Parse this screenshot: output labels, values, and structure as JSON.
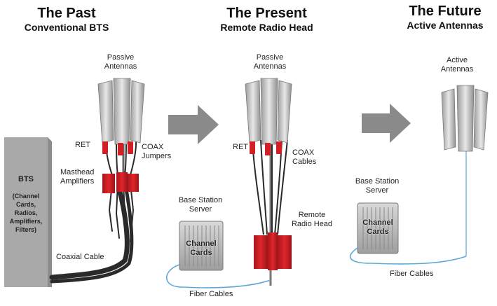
{
  "past": {
    "title": "The Past",
    "subtitle": "Conventional BTS",
    "labels": {
      "passive_antennas": "Passive\nAntennas",
      "ret": "RET",
      "coax_jumpers": "COAX\nJumpers",
      "masthead_amplifiers": "Masthead\nAmplifiers",
      "bts": "BTS",
      "bts_contents": "(Channel\nCards,\nRadios,\nAmplifiers,\nFilters)",
      "coaxial_cable": "Coaxial Cable"
    }
  },
  "present": {
    "title": "The Present",
    "subtitle": "Remote Radio Head",
    "labels": {
      "passive_antennas": "Passive\nAntennas",
      "ret": "RET",
      "coax_cables": "COAX\nCables",
      "base_station_server": "Base Station\nServer",
      "channel_cards": "Channel\nCards",
      "remote_radio_head": "Remote\nRadio Head",
      "fiber_cables": "Fiber Cables"
    }
  },
  "future": {
    "title": "The Future",
    "subtitle": "Active Antennas",
    "labels": {
      "active_antennas": "Active\nAntennas",
      "base_station_server": "Base Station\nServer",
      "channel_cards": "Channel\nCards",
      "fiber_cables": "Fiber Cables"
    }
  },
  "colors": {
    "arrow": "#8a8a8a",
    "bts_box": "#a9a9a9",
    "red_unit": "#d21f26",
    "fiber": "#5fa9d8",
    "cable": "#2a2a2a",
    "antenna": "#c9c9c9"
  }
}
